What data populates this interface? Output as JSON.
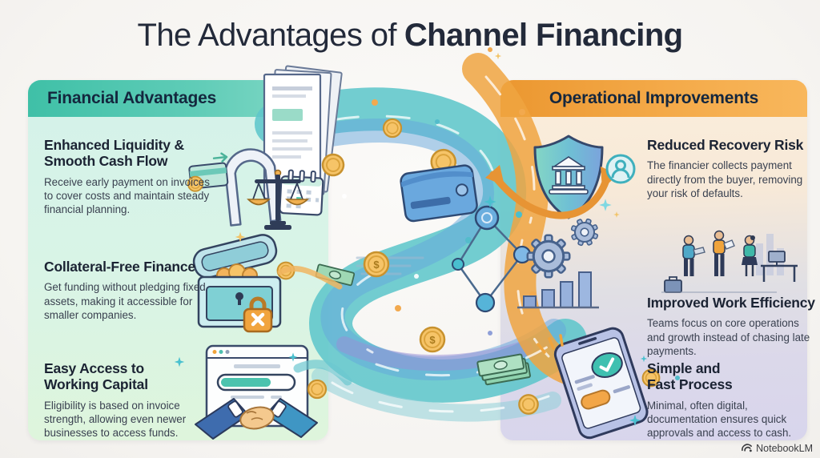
{
  "title": {
    "prefix": "The Advantages of",
    "emphasis": "Channel Financing"
  },
  "left_panel": {
    "header": "Financial Advantages",
    "banner_color": "#4cc5ae",
    "background_color": "#d9f4e6",
    "items": [
      {
        "heading": "Enhanced Liquidity & Smooth Cash Flow",
        "body": "Receive early payment on invoices to cover costs and maintain steady financial planning."
      },
      {
        "heading": "Collateral-Free Finance",
        "body": "Get funding without pledging fixed assets, making it accessible for smaller companies."
      },
      {
        "heading": "Easy Access to Working Capital",
        "body": "Eligibility is based on invoice strength, allowing even newer businesses to access funds."
      }
    ]
  },
  "right_panel": {
    "header": "Operational Improvements",
    "banner_color": "#f2a440",
    "background_top_color": "#fbeedb",
    "background_bottom_color": "#d9d6ec",
    "items": [
      {
        "heading": "Reduced Recovery Risk",
        "body": "The financier collects payment directly from the buyer, removing your risk of defaults."
      },
      {
        "heading": "Improved Work Efficiency",
        "body": "Teams focus on core operations and growth instead of chasing late payments."
      },
      {
        "heading": "Simple and Fast Process",
        "body": "Minimal, often digital, documentation ensures quick approvals and access to cash."
      }
    ]
  },
  "watermark": {
    "brand": "NotebookLM"
  },
  "icons": [
    "invoice-stack-icon",
    "payment-gate-icon",
    "scales-icon",
    "calendar-icon",
    "card-icon",
    "wallet-icon",
    "coin-icon",
    "network-nodes-icon",
    "treasure-chest-icon",
    "padlock-icon",
    "banknote-icon",
    "handshake-window-icon",
    "shield-bank-icon",
    "buyer-avatar-icon",
    "gears-icon",
    "bar-chart-icon",
    "team-icon",
    "smartphone-approval-icon",
    "sparkle-icon",
    "notebooklm-logo-icon"
  ],
  "colors": {
    "title_text": "#232a3a",
    "heading_text": "#1b2333",
    "body_text": "#3a4150",
    "flow_teal": "#5ec6cb",
    "flow_blue": "#64a5dc",
    "flow_purple": "#9a8ed6",
    "flow_orange": "#f0a441",
    "coin_gold": "#f6c468",
    "page_background": "#f7f6f4"
  }
}
